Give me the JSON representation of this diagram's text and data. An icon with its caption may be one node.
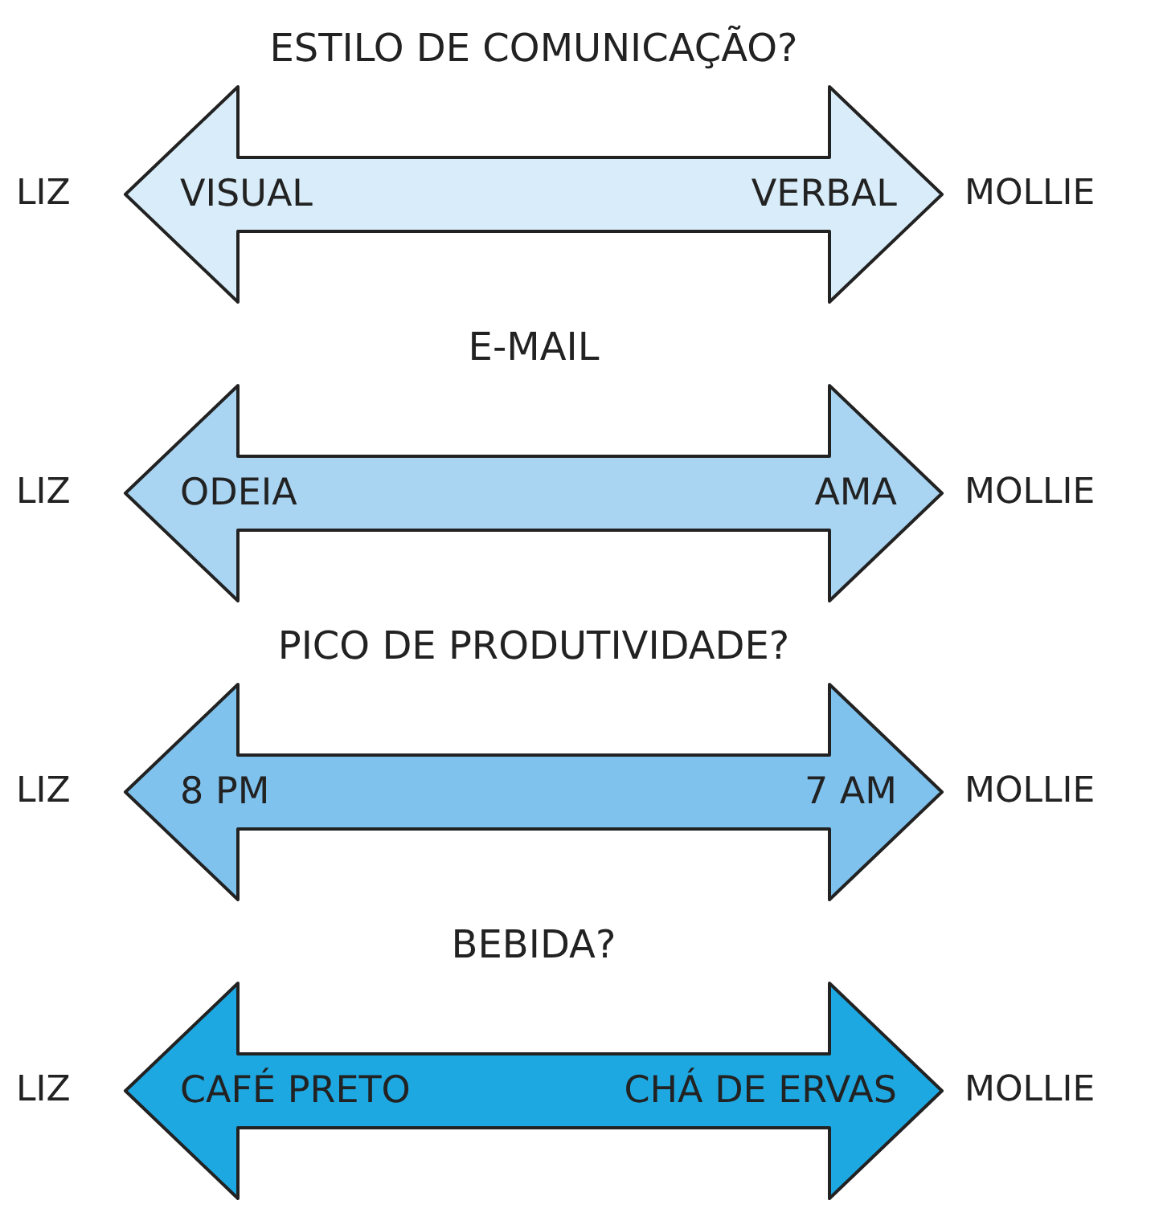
{
  "diagram": {
    "nodes": [
      {
        "text": [
          "ESTILO DE COMUNICAÇÃO?",
          "VISUAL",
          "VERBAL"
        ]
      },
      {
        "text": [
          "E-MAIL",
          "ODEIA",
          "AMA"
        ]
      },
      {
        "text": [
          "PICO DE PRODUTIVIDADE?",
          "8 PM",
          "7 AM"
        ]
      },
      {
        "text": [
          "BEBIDA?",
          "CAFÉ PRETO",
          "CHÁ DE ERVAS"
        ]
      }
    ],
    "edges": [],
    "labels": [
      "LIZ",
      "MOLLIE",
      "LIZ",
      "MOLLIE",
      "LIZ",
      "MOLLIE",
      "LIZ",
      "MOLLIE"
    ]
  }
}
